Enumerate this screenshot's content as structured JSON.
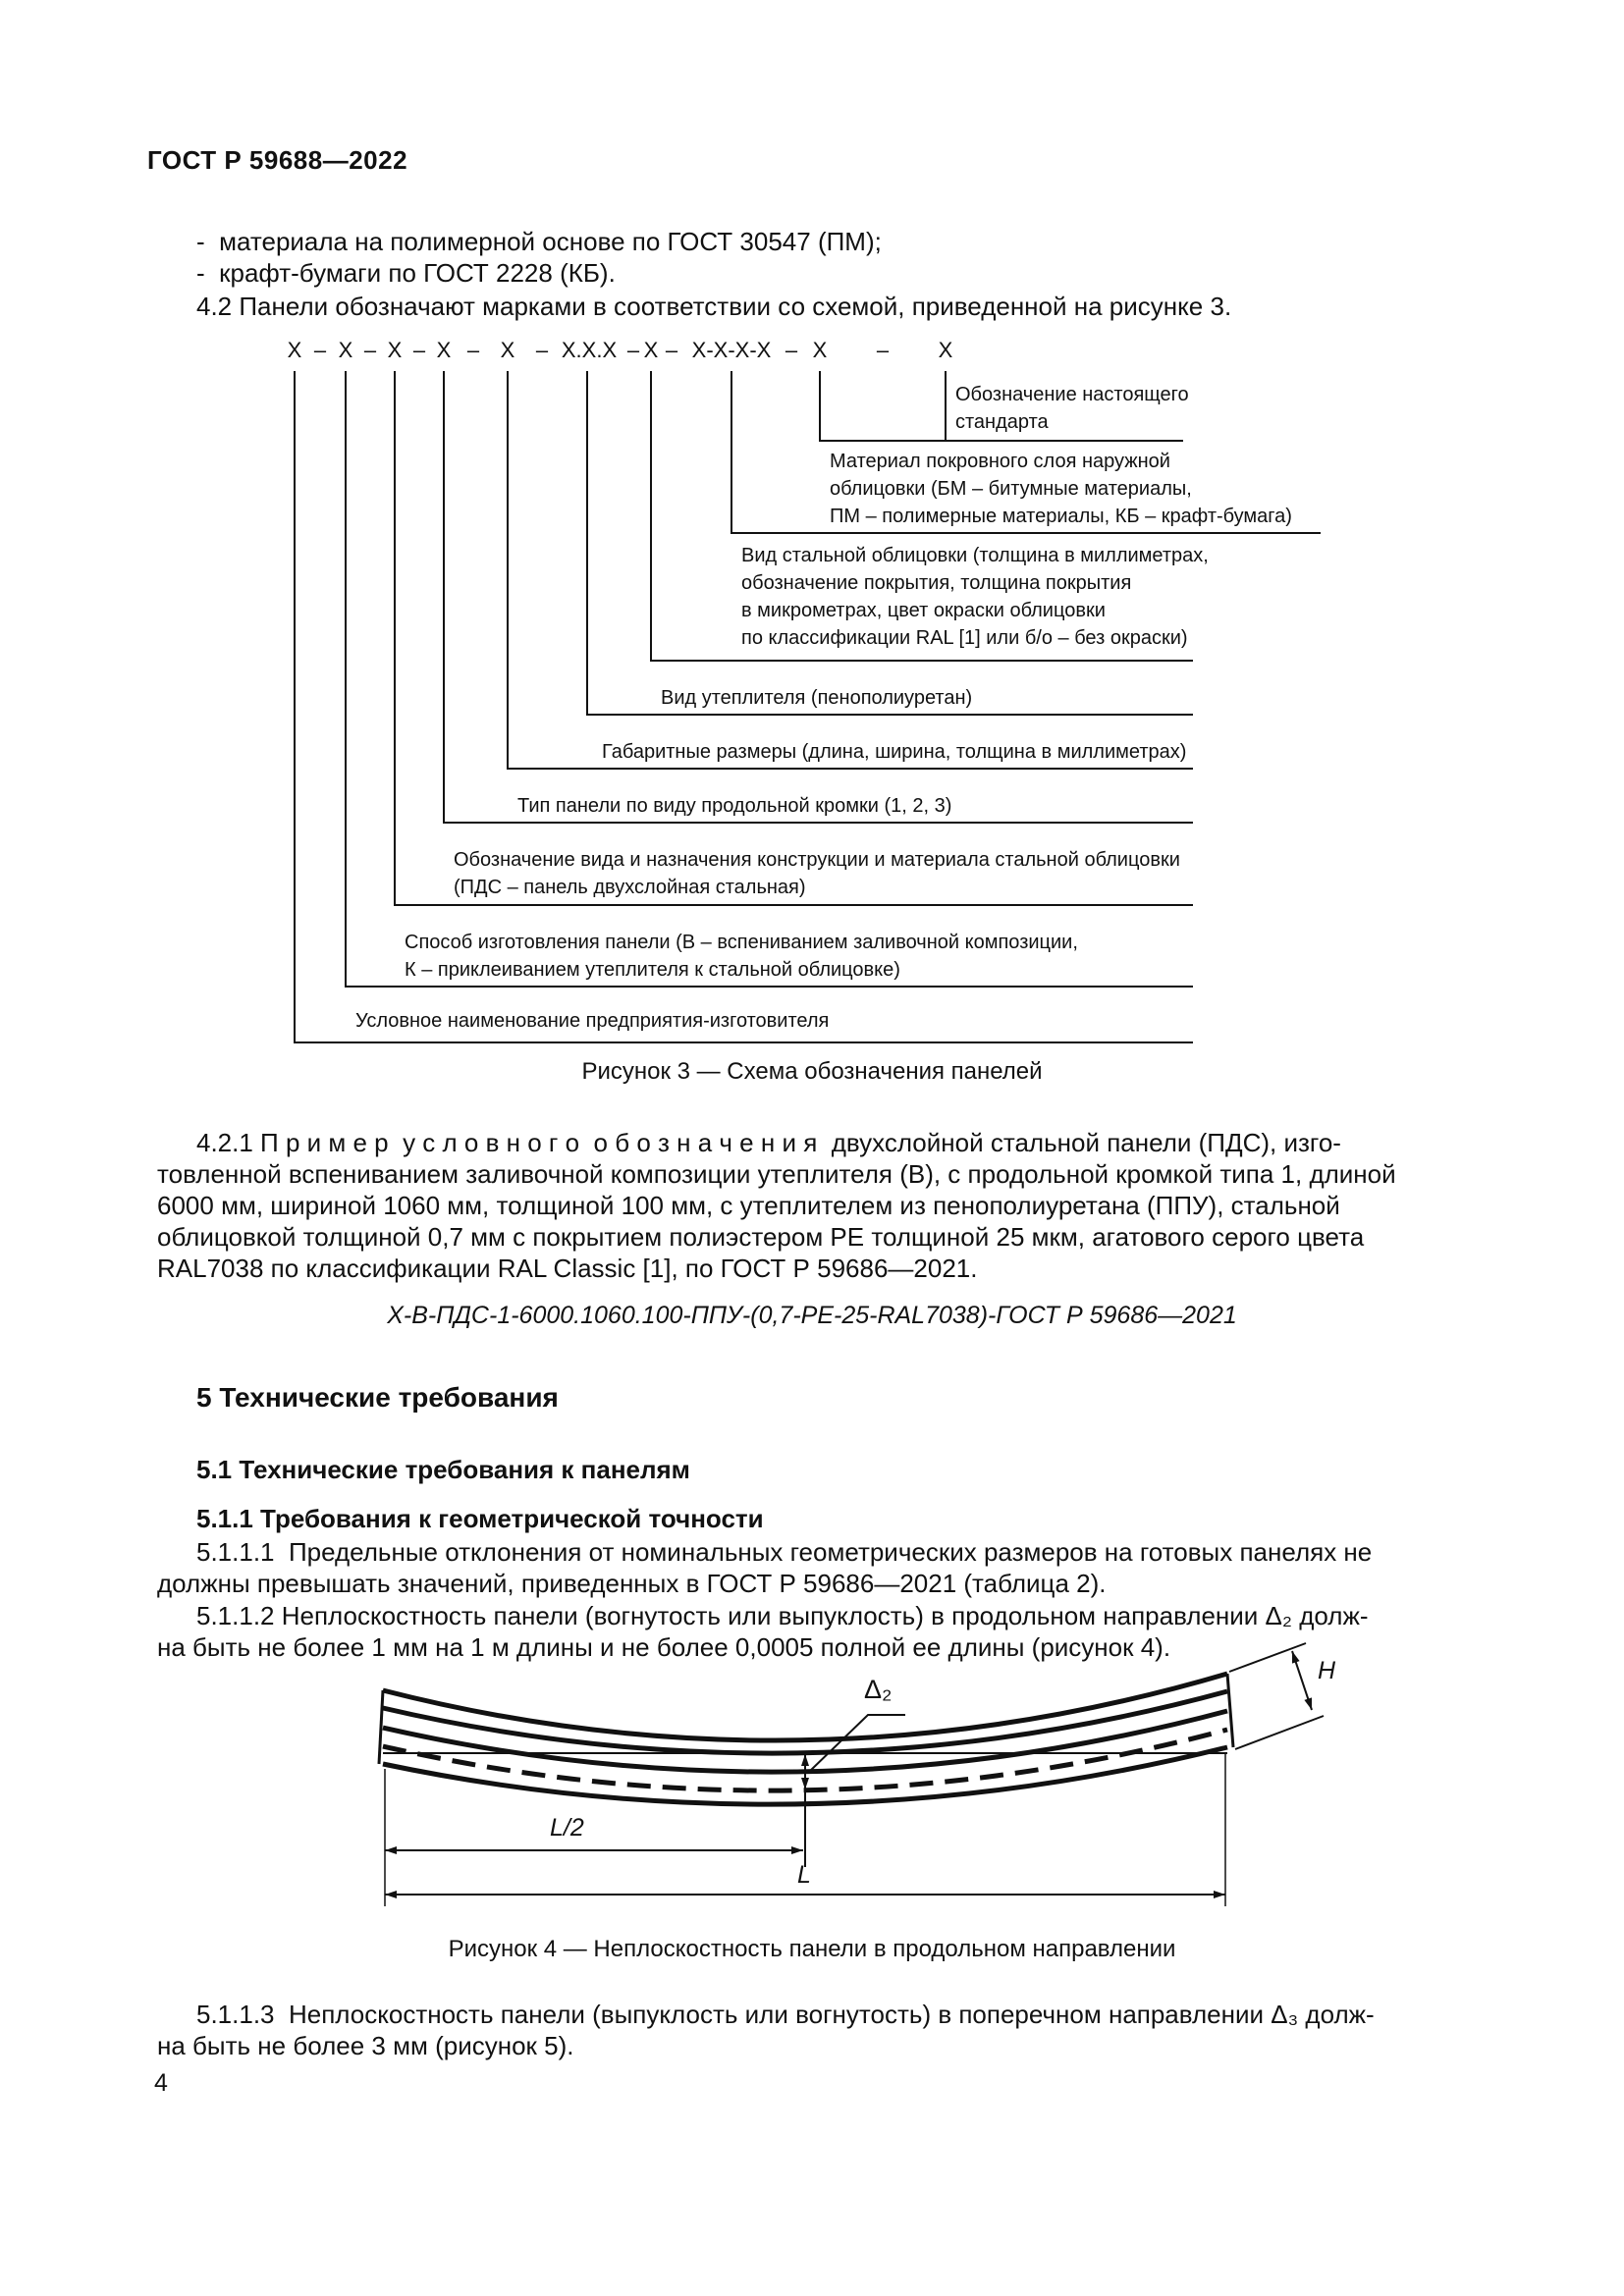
{
  "page": {
    "header": "ГОСТ Р 59688—2022",
    "number": "4"
  },
  "intro": {
    "bullets": "-  материала на полимерной основе по ГОСТ 30547 (ПМ);\n-  крафт-бумаги по ГОСТ 2228 (КБ).",
    "p42": "4.2  Панели обозначают марками в соответствии со схемой, приведенной на рисунке 3."
  },
  "scheme": {
    "dash": "–",
    "groups": [
      "Х",
      "Х",
      "Х",
      "Х",
      "Х",
      "Х.Х.Х",
      "Х",
      "Х-Х-Х-Х",
      "Х",
      "Х"
    ],
    "labels": {
      "std": "Обозначение настоящего\nстандарта",
      "mat": "Материал покровного слоя наружной\nоблицовки (БМ – битумные материалы,\nПМ – полимерные материалы, КБ – крафт-бумага)",
      "steel": "Вид стальной облицовки (толщина в миллиметрах,\nобозначение покрытия, толщина покрытия\nв микрометрах, цвет окраски облицовки\nпо классификации RAL [1] или б/о – без окраски)",
      "insul": "Вид утеплителя (пенополиуретан)",
      "dims": "Габаритные размеры (длина, ширина, толщина в миллиметрах)",
      "edge": "Тип панели по виду продольной кромки (1, 2, 3)",
      "type": "Обозначение вида и назначения конструкции и материала стальной облицовки\n(ПДС – панель двухслойная стальная)",
      "method": "Способ изготовления панели (В – вспениванием заливочной композиции,\nК – приклеиванием утеплителя к стальной облицовке)",
      "manuf": "Условное наименование предприятия-изготовителя"
    },
    "caption": "Рисунок 3 — Схема обозначения панелей"
  },
  "example": {
    "p421": "4.2.1 П р и м е р  у с л о в н о г о  о б о з н а ч е н и я  двухслойной стальной панели (ПДС), изго-\nтовленной вспениванием заливочной композиции утеплителя (В), с продольной кромкой типа 1, длиной\n6000 мм, шириной 1060 мм, толщиной 100 мм, с утеплителем из пенополиуретана (ППУ), стальной\nоблицовкой толщиной 0,7 мм с покрытием полиэстером РЕ толщиной 25 мкм, агатового серого цвета\nRAL7038 по классификации RAL Classic [1], по ГОСТ Р 59686—2021.",
    "designation": "Х-В-ПДС-1-6000.1060.100-ППУ-(0,7-РЕ-25-RAL7038)-ГОСТ Р 59686—2021"
  },
  "sec5": {
    "h5": "5  Технические требования",
    "h51": "5.1  Технические требования к панелям",
    "h511": "5.1.1  Требования к геометрической точности",
    "p5111": "5.1.1.1  Предельные отклонения от номинальных геометрических размеров на готовых панелях не\nдолжны превышать значений, приведенных в ГОСТ Р 59686—2021 (таблица 2).",
    "p5112": "5.1.1.2 Неплоскостность панели (вогнутость или выпуклость) в продольном направлении Δ₂ долж-\nна быть не более 1 мм на 1 м длины и не более 0,0005 полной ее длины (рисунок 4).",
    "p5113": "5.1.1.3  Неплоскостность панели (выпуклость или вогнутость) в поперечном направлении Δ₃ долж-\nна быть не более 3 мм (рисунок 5)."
  },
  "fig4": {
    "delta": "Δ₂",
    "h_label": "H",
    "l_half": "L/2",
    "l_label": "L",
    "caption": "Рисунок 4 — Неплоскостность панели в продольном направлении"
  }
}
